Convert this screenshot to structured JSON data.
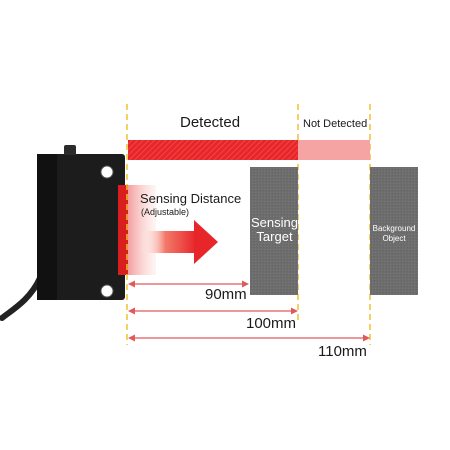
{
  "zones": {
    "detected": "Detected",
    "not_detected": "Not Detected"
  },
  "sensing_distance": {
    "title": "Sensing Distance",
    "subtitle": "(Adjustable)"
  },
  "sensing_target": {
    "line1": "Sensing",
    "line2": "Target"
  },
  "background_object": {
    "line1": "Background",
    "line2": "Object"
  },
  "dimensions": {
    "d90": "90mm",
    "d100": "100mm",
    "d110": "110mm"
  },
  "colors": {
    "sensor_body": "#1c1c1c",
    "detected_bar": "#e8262a",
    "not_detected_bar": "#f6a3a3",
    "object_gray": "#6d6d6d",
    "arrow_red": "#e8262a",
    "dashed_guide": "#f2c230",
    "dimension_line": "#e05a5a"
  }
}
